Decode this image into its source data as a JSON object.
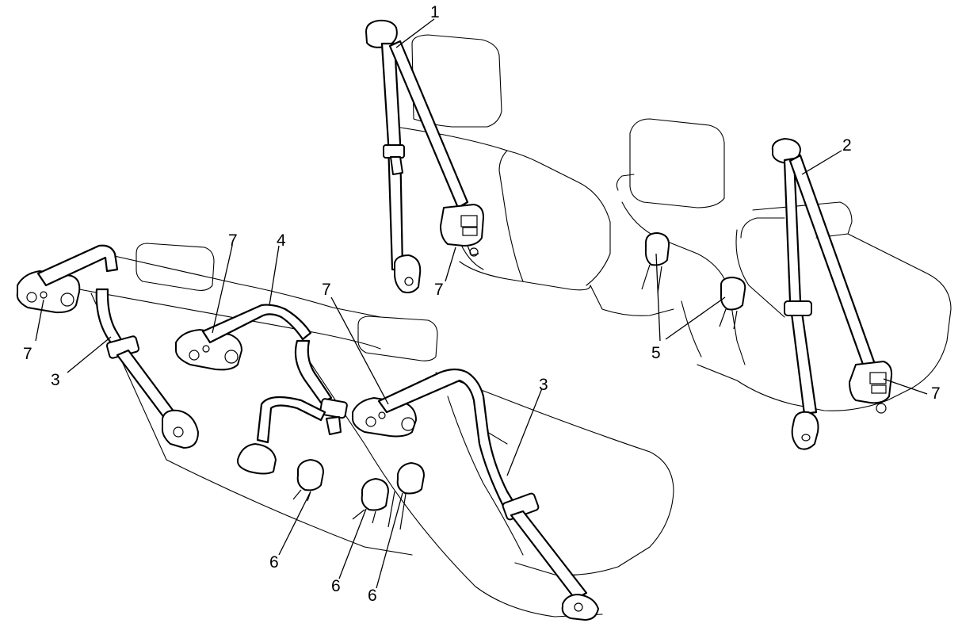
{
  "callouts": [
    {
      "id": "c1",
      "text": "1"
    },
    {
      "id": "c2",
      "text": "2"
    },
    {
      "id": "c3a",
      "text": "3"
    },
    {
      "id": "c3b",
      "text": "3"
    },
    {
      "id": "c4",
      "text": "4"
    },
    {
      "id": "c5",
      "text": "5"
    },
    {
      "id": "c6a",
      "text": "6"
    },
    {
      "id": "c6b",
      "text": "6"
    },
    {
      "id": "c6c",
      "text": "6"
    },
    {
      "id": "c7a",
      "text": "7"
    },
    {
      "id": "c7b",
      "text": "7"
    },
    {
      "id": "c7c",
      "text": "7"
    },
    {
      "id": "c7d",
      "text": "7"
    },
    {
      "id": "c7e",
      "text": "7"
    }
  ],
  "colors": {
    "line": "#000000",
    "background": "#ffffff"
  }
}
